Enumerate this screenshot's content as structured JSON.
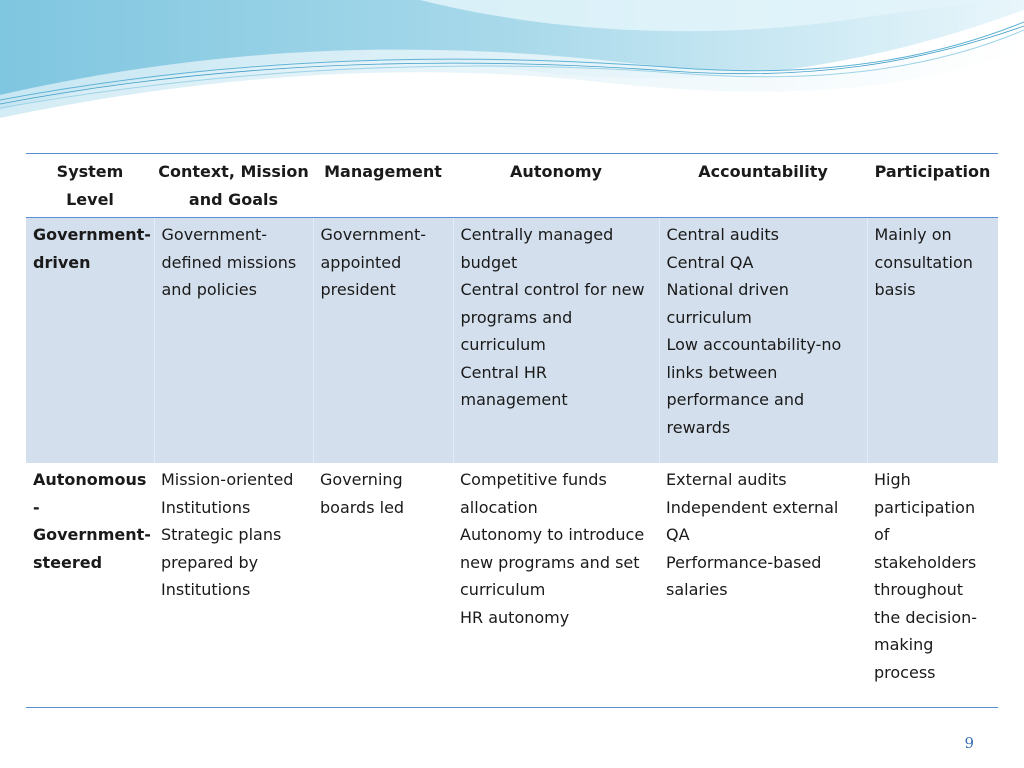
{
  "table": {
    "headers": [
      {
        "id": "system-level",
        "lines": [
          "System Level"
        ]
      },
      {
        "id": "context",
        "lines": [
          "Context, Mission",
          "and Goals"
        ]
      },
      {
        "id": "management",
        "lines": [
          "Management"
        ]
      },
      {
        "id": "autonomy",
        "lines": [
          "Autonomy"
        ]
      },
      {
        "id": "accountability",
        "lines": [
          "Accountability"
        ]
      },
      {
        "id": "participation",
        "lines": [
          "Participation"
        ]
      }
    ],
    "rows": [
      {
        "level": [
          "Government-",
          "driven"
        ],
        "context": [
          "Government-",
          "defined missions",
          "and policies"
        ],
        "management": [
          "Government-",
          "appointed",
          "president"
        ],
        "autonomy": [
          "Centrally managed",
          "budget",
          "Central control for new",
          "programs and",
          "curriculum",
          "Central HR",
          "management"
        ],
        "accountability": [
          "Central audits",
          "Central QA",
          "National driven",
          "curriculum",
          "Low accountability-no",
          "links between",
          "performance and",
          "rewards"
        ],
        "participation": [
          "Mainly on",
          "consultation",
          "basis"
        ]
      },
      {
        "level": [
          "Autonomous",
          "-",
          "Government-",
          "steered"
        ],
        "context": [
          "Mission-oriented",
          "Institutions",
          "Strategic plans",
          "prepared by",
          "Institutions"
        ],
        "management": [
          "Governing",
          "boards led"
        ],
        "autonomy": [
          "Competitive funds",
          "allocation",
          "Autonomy to introduce",
          "new programs and set",
          "curriculum",
          "HR autonomy"
        ],
        "accountability": [
          "External audits",
          "Independent external",
          "QA",
          "Performance-based",
          "salaries"
        ],
        "participation": [
          "High",
          "participation",
          "of",
          "stakeholders",
          "throughout",
          "the decision-",
          "making",
          "process"
        ]
      }
    ]
  },
  "page_number": "9",
  "colors": {
    "accent": "#5b8fd1",
    "row_shade": "#d3dfec",
    "wave_light": "#bfe3f0",
    "wave_mid": "#7fc6e0"
  }
}
